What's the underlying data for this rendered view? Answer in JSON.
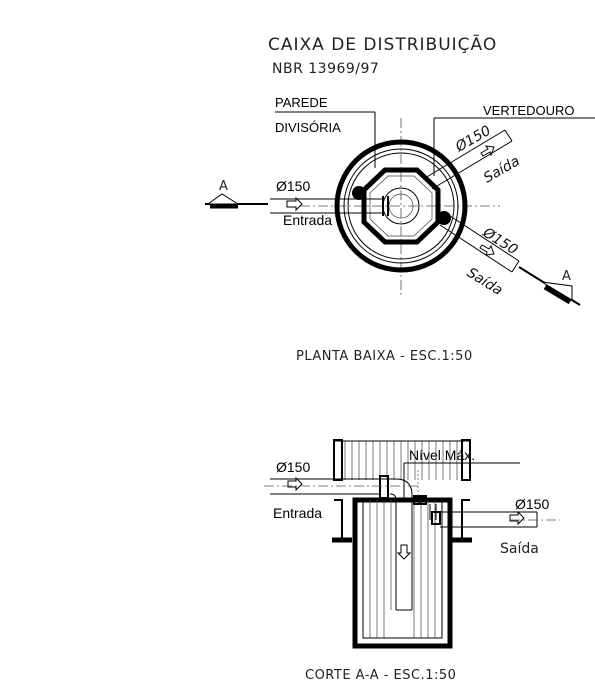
{
  "title": "CAIXA DE DISTRIBUIÇÃO",
  "norm": "NBR 13969/97",
  "plan": {
    "label_wall_line1": "PAREDE",
    "label_wall_line2": "DIVISÓRIA",
    "label_weir": "VERTEDOURO",
    "inlet_diameter": "Ø150",
    "inlet_label": "Entrada",
    "outlet1_diameter": "Ø150",
    "outlet1_label": "Saída",
    "outlet2_diameter": "Ø150",
    "outlet2_label": "Saída",
    "section_mark_left": "A",
    "section_mark_right": "A",
    "caption": "PLANTA BAIXA - ESC.1:50"
  },
  "section": {
    "inlet_diameter": "Ø150",
    "inlet_label": "Entrada",
    "max_level": "Nível Máx.",
    "outlet_diameter": "Ø150",
    "outlet_label": "Saída",
    "caption": "CORTE A-A - ESC.1:50"
  }
}
